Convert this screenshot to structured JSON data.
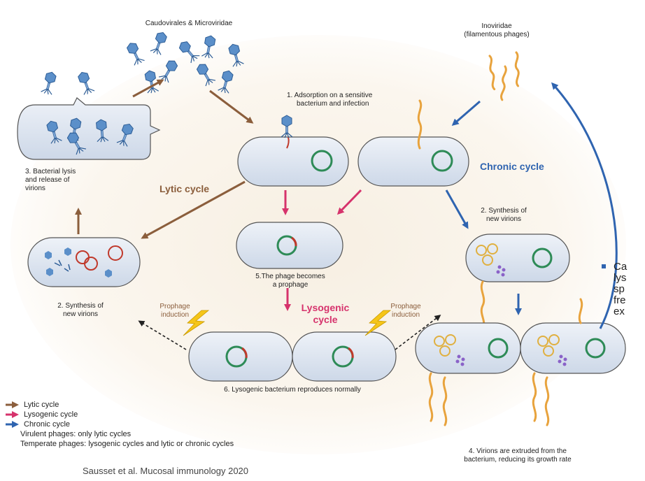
{
  "groups": {
    "caudo": "Caudovirales & Microviridae",
    "ino_title": "Inoviridae",
    "ino_sub": "(filamentous phages)"
  },
  "steps": {
    "s1_line1": "1.   Adsorption on a sensitive",
    "s1_line2": "bacterium and infection",
    "s2_line1": "2. Synthesis of",
    "s2_line2": "new virions",
    "s2r_line1": "2. Synthesis of",
    "s2r_line2": "new virions",
    "s3_line1": "3. Bacterial lysis",
    "s3_line2": "and release of",
    "s3_line3": "virions",
    "s4_line1": "4. Virions are extruded from the",
    "s4_line2": "bacterium, reducing its growth rate",
    "s5_line1": "5.The phage becomes",
    "s5_line2": "a prophage",
    "s6": "6. Lysogenic bacterium reproduces normally"
  },
  "cycles": {
    "lytic": "Lytic cycle",
    "chronic": "Chronic cycle",
    "lysogenic_line1": "Lysogenic",
    "lysogenic_line2": "cycle",
    "prophage1": "Prophage",
    "induction1": "induction",
    "prophage2": "Prophage",
    "induction2": "induction"
  },
  "legend": [
    {
      "label": "Lytic cycle",
      "color": "#8B5E3C"
    },
    {
      "label": "Lysogenic cycle",
      "color": "#D6336C"
    },
    {
      "label": "Chronic cycle",
      "color": "#2F64B0"
    }
  ],
  "notes": {
    "virulent": "Virulent phages: only lytic cycles",
    "temperate": "Temperate phages: lysogenic cycles and lytic or chronic cycles"
  },
  "citation": "Sausset et al. Mucosal immunology 2020",
  "side_text": [
    "Ca",
    "lys",
    "sp",
    "fre",
    "ex"
  ],
  "colors": {
    "lytic": "#8B5E3C",
    "lysogenic": "#D6336C",
    "chronic": "#2F64B0",
    "cell_fill": "#DCE4F0",
    "dna": "#2E8B57",
    "prophage": "#C0392B",
    "phage": "#5B8FC9",
    "filament": "#E8A33D",
    "virion_ring": "#E0B040",
    "bullet": "#2F64B0"
  },
  "icons": [
    "phage-icon",
    "filamentous-phage-icon",
    "lightning-icon",
    "dna-ring-icon"
  ]
}
